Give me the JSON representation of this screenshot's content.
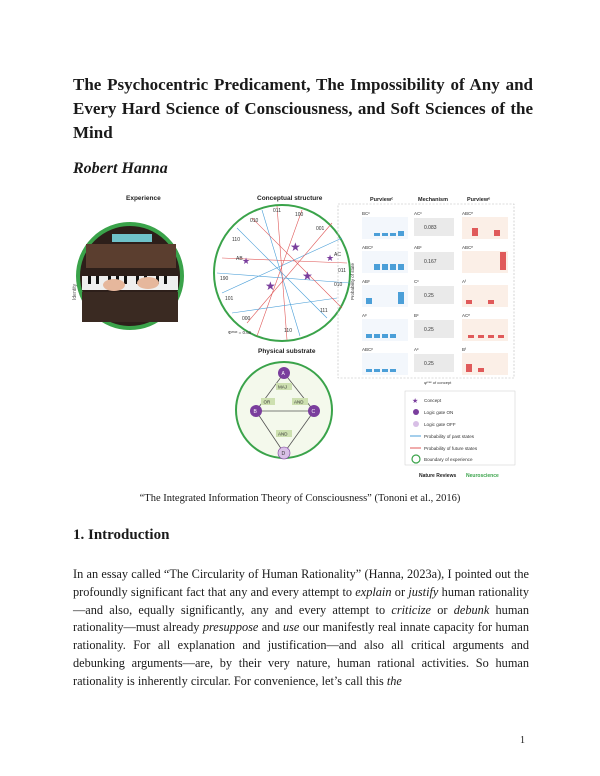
{
  "paper": {
    "title": "The Psychocentric Predicament, The Impossibility of Any and Every Hard Science of Consciousness, and Soft Sciences of the Mind",
    "author": "Robert Hanna",
    "caption": "“The Integrated Information Theory of Consciousness” (Tononi et al., 2016)",
    "section_heading": "1. Introduction",
    "page_number": "1",
    "paragraph": [
      {
        "t": "In an essay called “The Circularity of Human Rationality” (Hanna, 2023a), I pointed out the profoundly significant fact that any and every attempt to ",
        "i": false
      },
      {
        "t": "explain",
        "i": true
      },
      {
        "t": " or ",
        "i": false
      },
      {
        "t": "justify",
        "i": true
      },
      {
        "t": " human rationality—and also, equally significantly, any and every attempt to ",
        "i": false
      },
      {
        "t": "criticize",
        "i": true
      },
      {
        "t": " or ",
        "i": false
      },
      {
        "t": "debunk",
        "i": true
      },
      {
        "t": " human rationality—must already ",
        "i": false
      },
      {
        "t": "presuppose",
        "i": true
      },
      {
        "t": " and ",
        "i": false
      },
      {
        "t": "use",
        "i": true
      },
      {
        "t": " our manifestly real innate capacity for human rationality. For all explanation and justification—and also all critical arguments and debunking arguments—are, by their very nature, human rational activities. So human rationality is inherently circular. For convenience, let’s call this ",
        "i": false
      },
      {
        "t": "the",
        "i": true
      }
    ]
  },
  "figure": {
    "labels": {
      "experience": "Experience",
      "conceptual": "Conceptual structure",
      "identity": "Identity",
      "physical": "Physical substrate",
      "phi_max": "Φᵐᵃˣ = 0.66",
      "purview_c": "Purviewᶜ",
      "mechanism": "Mechanism",
      "purview_e": "Purviewᵉ",
      "prob_axis": "Probability of state",
      "phi_concept": "φᵐᵃˣ of concept",
      "journal_a": "Nature Reviews",
      "journal_b": "Neuroscience"
    },
    "states": [
      "100",
      "001",
      "010",
      "AC",
      "011",
      "111",
      "110",
      "101",
      "000",
      "190",
      "AB",
      "011",
      "110",
      "010"
    ],
    "gates": [
      "A",
      "B",
      "C",
      "D"
    ],
    "gate_labels": [
      "MAJ",
      "OR",
      "AND",
      "AND"
    ],
    "rows": [
      {
        "left": "BCᶜ",
        "mech": "ACᶜ",
        "right": "ABCᵉ",
        "val": "0.083"
      },
      {
        "left": "ABCᵖ",
        "mech": "ABᶜ",
        "right": "ABCᵉ",
        "val": "0.167"
      },
      {
        "left": "ABᵖ",
        "mech": "Cᶜ",
        "right": "Aᶠ",
        "val": "0.25"
      },
      {
        "left": "Aᵖ",
        "mech": "Bᶜ",
        "right": "ACᵉ",
        "val": "0.25"
      },
      {
        "left": "ABCᵖ",
        "mech": "Aᶜ",
        "right": "Bᶠ",
        "val": "0.25"
      }
    ],
    "legend": [
      "Concept",
      "Logic gate ON",
      "Logic gate OFF",
      "Probability of past states",
      "Probability of future states",
      "Boundary of experience"
    ],
    "colors": {
      "green": "#3aa34a",
      "purple": "#7a3e9d",
      "blue": "#4b9fd8",
      "red": "#e05a5a",
      "accent": "#9ec04a"
    }
  }
}
